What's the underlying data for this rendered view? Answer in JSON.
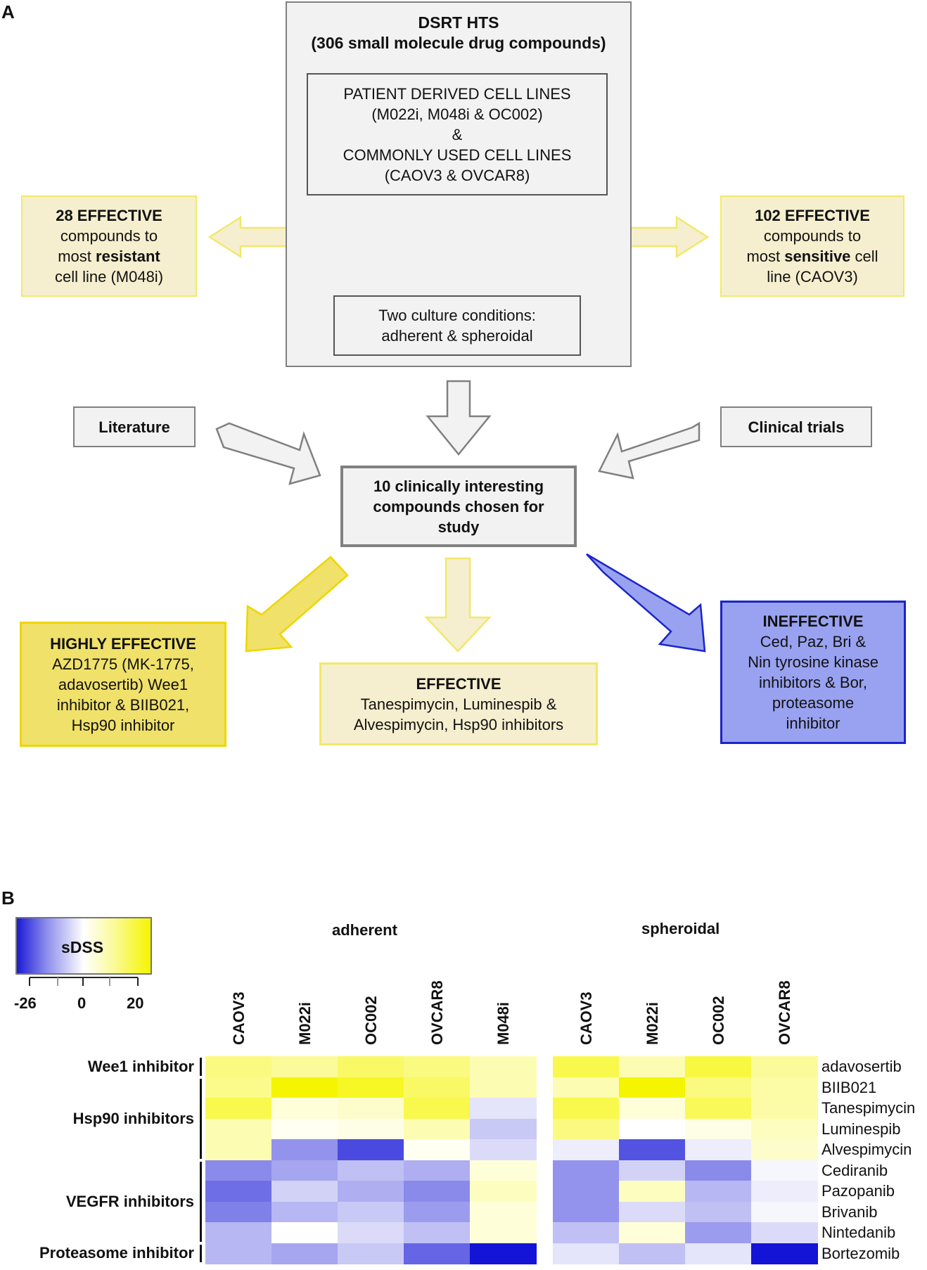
{
  "panel_a": {
    "letter": "A",
    "screen": {
      "title": "DSRT HTS",
      "subtitle": "(306 small molecule drug compounds)",
      "cell_lines": [
        "PATIENT DERIVED CELL LINES",
        "(M022i, M048i & OC002)",
        "&",
        "COMMONLY USED CELL LINES",
        "(CAOV3 & OVCAR8)"
      ],
      "conditions": [
        "Two culture conditions:",
        "adherent & spheroidal"
      ]
    },
    "left_result": {
      "head": "28 EFFECTIVE",
      "l2": "compounds to",
      "l3_pre": "most ",
      "l3_bold": "resistant",
      "l4": "cell line (M048i)"
    },
    "right_result": {
      "head": "102 EFFECTIVE",
      "l2": "compounds to",
      "l3_pre": "most ",
      "l3_bold": "sensitive",
      "l3_post": " cell",
      "l4": "line (CAOV3)"
    },
    "literature": "Literature",
    "clinical_trials": "Clinical trials",
    "chosen": [
      "10 clinically interesting",
      "compounds chosen for",
      "study"
    ],
    "highly_effective": {
      "head": "HIGHLY EFFECTIVE",
      "lines": [
        "AZD1775 (MK-1775,",
        "adavosertib) Wee1",
        "inhibitor & BIIB021,",
        "Hsp90 inhibitor"
      ]
    },
    "effective": {
      "head": "EFFECTIVE",
      "lines": [
        "Tanespimycin, Luminespib &",
        "Alvespimycin, Hsp90 inhibitors"
      ]
    },
    "ineffective": {
      "head": "INEFFECTIVE",
      "lines": [
        "Ced, Paz, Bri &",
        "Nin tyrosine kinase",
        "inhibitors & Bor,",
        "proteasome",
        "inhibitor"
      ]
    },
    "colors": {
      "screen_fill": "#f2f2f2",
      "pale_yellow_fill": "#f5efcf",
      "pale_yellow_border": "#f2e86a",
      "yellow_fill": "#f0e16b",
      "yellow_border": "#eed600",
      "blue_fill": "#99a2f0",
      "blue_border": "#1a25c9",
      "grey_border": "#808080"
    }
  },
  "panel_b": {
    "letter": "B",
    "legend": {
      "title": "sDSS",
      "ticks": [
        "-26",
        "0",
        "20"
      ]
    },
    "conditions": [
      "adherent",
      "spheroidal"
    ],
    "chart_data": [
      {
        "type": "heatmap",
        "title": "adherent",
        "columns": [
          "CAOV3",
          "M022i",
          "OC002",
          "OVCAR8",
          "M048i"
        ],
        "rows": [
          "adavosertib",
          "BIIB021",
          "Tanespimycin",
          "Luminespib",
          "Alvespimycin",
          "Cediranib",
          "Pazopanib",
          "Brivanib",
          "Nintedanib",
          "Bortezomib"
        ],
        "values": [
          [
            10,
            8,
            12,
            10,
            6
          ],
          [
            9,
            20,
            17,
            12,
            6
          ],
          [
            14,
            3,
            4,
            14,
            -3
          ],
          [
            6,
            1,
            2,
            6,
            -6
          ],
          [
            6,
            -12,
            -20,
            1,
            -4
          ],
          [
            -13,
            -10,
            -7,
            -9,
            3
          ],
          [
            -16,
            -5,
            -9,
            -13,
            5
          ],
          [
            -14,
            -8,
            -6,
            -11,
            3
          ],
          [
            -8,
            0,
            -4,
            -7,
            3
          ],
          [
            -8,
            -10,
            -6,
            -17,
            -26
          ]
        ],
        "zlim": [
          -26,
          20
        ]
      },
      {
        "type": "heatmap",
        "title": "spheroidal",
        "columns": [
          "CAOV3",
          "M022i",
          "OC002",
          "OVCAR8"
        ],
        "rows": [
          "adavosertib",
          "BIIB021",
          "Tanespimycin",
          "Luminespib",
          "Alvespimycin",
          "Cediranib",
          "Pazopanib",
          "Brivanib",
          "Nintedanib",
          "Bortezomib"
        ],
        "values": [
          [
            14,
            6,
            15,
            8
          ],
          [
            6,
            22,
            10,
            7
          ],
          [
            14,
            3,
            13,
            7
          ],
          [
            10,
            0,
            2,
            5
          ],
          [
            -2,
            -19,
            -2,
            4
          ],
          [
            -12,
            -5,
            -13,
            -1
          ],
          [
            -12,
            5,
            -8,
            -2
          ],
          [
            -12,
            -4,
            -7,
            -1
          ],
          [
            -7,
            3,
            -11,
            -4
          ],
          [
            -3,
            -7,
            -3,
            -26
          ]
        ],
        "zlim": [
          -26,
          20
        ]
      }
    ],
    "groups": [
      {
        "label": "Wee1 inhibitor",
        "rows": [
          0,
          0
        ]
      },
      {
        "label": "Hsp90 inhibitors",
        "rows": [
          1,
          4
        ]
      },
      {
        "label": "VEGFR inhibitors",
        "rows": [
          5,
          8
        ]
      },
      {
        "label": "Proteasome inhibitor",
        "rows": [
          9,
          9
        ]
      }
    ]
  }
}
